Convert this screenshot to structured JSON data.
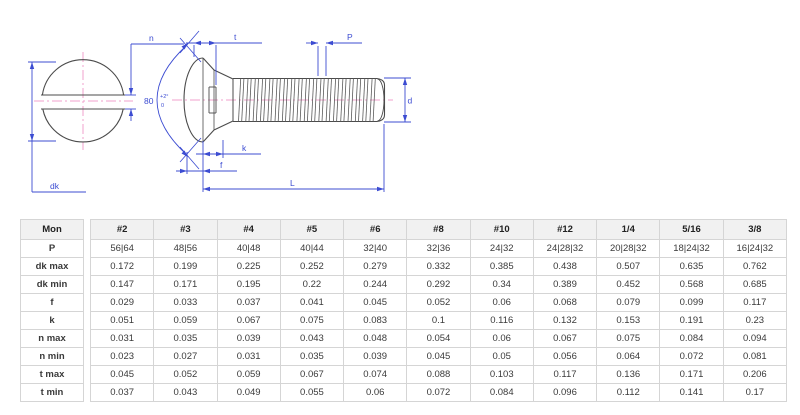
{
  "diagram": {
    "name": "slotted-oval-head-machine-screw-drawing",
    "labels": {
      "n": "n",
      "t": "t",
      "P": "P",
      "d": "d",
      "dk": "dk",
      "k": "k",
      "f": "f",
      "L": "L",
      "angle": "80",
      "angle_tol_plus": "+2°",
      "angle_tol_minus": "0"
    },
    "colors": {
      "dimension_blue": "#3c4cd2",
      "centerline_pink": "#f2a2cc",
      "part_gray": "#4b4b4b"
    }
  },
  "table": {
    "corner_header": "Mon",
    "columns": [
      "#2",
      "#3",
      "#4",
      "#5",
      "#6",
      "#8",
      "#10",
      "#12",
      "1/4",
      "5/16",
      "3/8"
    ],
    "rows": [
      {
        "label": "P",
        "values": [
          "56|64",
          "48|56",
          "40|48",
          "40|44",
          "32|40",
          "32|36",
          "24|32",
          "24|28|32",
          "20|28|32",
          "18|24|32",
          "16|24|32"
        ]
      },
      {
        "label": "dk max",
        "values": [
          "0.172",
          "0.199",
          "0.225",
          "0.252",
          "0.279",
          "0.332",
          "0.385",
          "0.438",
          "0.507",
          "0.635",
          "0.762"
        ]
      },
      {
        "label": "dk min",
        "values": [
          "0.147",
          "0.171",
          "0.195",
          "0.22",
          "0.244",
          "0.292",
          "0.34",
          "0.389",
          "0.452",
          "0.568",
          "0.685"
        ]
      },
      {
        "label": "f",
        "values": [
          "0.029",
          "0.033",
          "0.037",
          "0.041",
          "0.045",
          "0.052",
          "0.06",
          "0.068",
          "0.079",
          "0.099",
          "0.117"
        ]
      },
      {
        "label": "k",
        "values": [
          "0.051",
          "0.059",
          "0.067",
          "0.075",
          "0.083",
          "0.1",
          "0.116",
          "0.132",
          "0.153",
          "0.191",
          "0.23"
        ]
      },
      {
        "label": "n max",
        "values": [
          "0.031",
          "0.035",
          "0.039",
          "0.043",
          "0.048",
          "0.054",
          "0.06",
          "0.067",
          "0.075",
          "0.084",
          "0.094"
        ]
      },
      {
        "label": "n min",
        "values": [
          "0.023",
          "0.027",
          "0.031",
          "0.035",
          "0.039",
          "0.045",
          "0.05",
          "0.056",
          "0.064",
          "0.072",
          "0.081"
        ]
      },
      {
        "label": "t max",
        "values": [
          "0.045",
          "0.052",
          "0.059",
          "0.067",
          "0.074",
          "0.088",
          "0.103",
          "0.117",
          "0.136",
          "0.171",
          "0.206"
        ]
      },
      {
        "label": "t min",
        "values": [
          "0.037",
          "0.043",
          "0.049",
          "0.055",
          "0.06",
          "0.072",
          "0.084",
          "0.096",
          "0.112",
          "0.141",
          "0.17"
        ]
      }
    ]
  }
}
